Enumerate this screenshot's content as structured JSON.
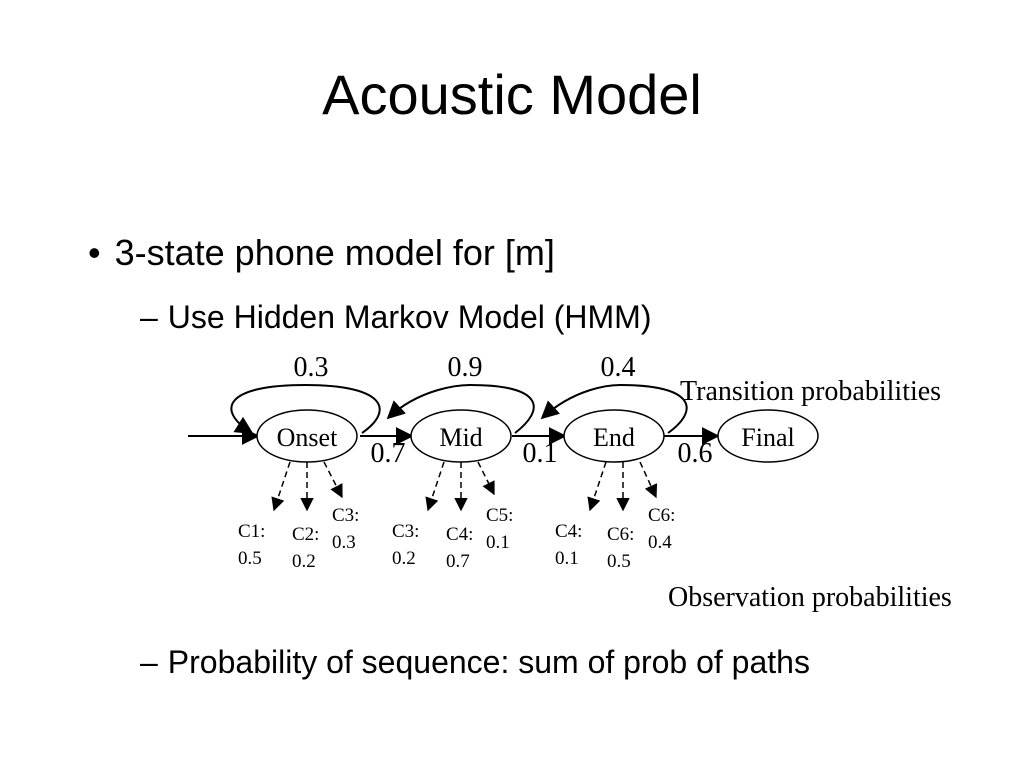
{
  "title": "Acoustic Model",
  "bullets": {
    "main_marker": "•",
    "main": "3-state phone model for [m]",
    "sub_marker": "–",
    "sub1": "Use Hidden Markov Model (HMM)",
    "sub2": "Probability of sequence: sum of prob of paths"
  },
  "diagram": {
    "states": [
      "Onset",
      "Mid",
      "End",
      "Final"
    ],
    "self_loop_probs": [
      "0.3",
      "0.9",
      "0.4"
    ],
    "transition_probs": [
      "0.7",
      "0.1",
      "0.6"
    ],
    "transition_caption": "Transition probabilities",
    "observation_caption": "Observation probabilities",
    "observations": {
      "onset": [
        {
          "label": "C1:",
          "prob": "0.5"
        },
        {
          "label": "C2:",
          "prob": "0.2"
        },
        {
          "label": "C3:",
          "prob": "0.3"
        }
      ],
      "mid": [
        {
          "label": "C3:",
          "prob": "0.2"
        },
        {
          "label": "C4:",
          "prob": "0.7"
        },
        {
          "label": "C5:",
          "prob": "0.1"
        }
      ],
      "end": [
        {
          "label": "C4:",
          "prob": "0.1"
        },
        {
          "label": "C6:",
          "prob": "0.5"
        },
        {
          "label": "C6:",
          "prob": "0.4"
        }
      ]
    }
  }
}
